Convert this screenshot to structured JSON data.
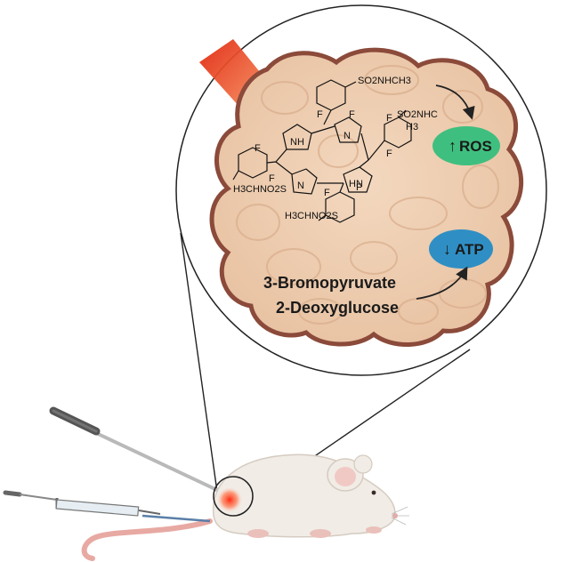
{
  "figure": {
    "colors": {
      "tissue_fill": "#eecdb0",
      "tissue_border": "#8b4a3a",
      "ros_badge": "#3fbf7f",
      "atp_badge": "#2f8fc4",
      "laser": "#e2301a",
      "mouse_body": "#f1ece6",
      "tail": "#e8a9a3"
    },
    "molecule": {
      "substituents": {
        "top": "SO2NHCH3",
        "right_line1": "SO2NHC",
        "right_line2": "H3",
        "left": "H3CHNO2S",
        "bottom": "H3CHNO2S"
      },
      "atoms": {
        "nh_top": "NH",
        "n_right": "N",
        "n_bottom": "N",
        "hn_bottom": "HN",
        "fluorine": "F"
      }
    },
    "effects": {
      "ros": {
        "arrow": "↑",
        "label": "ROS"
      },
      "atp": {
        "arrow": "↓",
        "label": "ATP"
      }
    },
    "drugs": [
      "3-Bromopyruvate",
      "2-Deoxyglucose"
    ],
    "icons": [
      "laser-probe-icon",
      "syringe-icon",
      "mouse-icon"
    ]
  }
}
